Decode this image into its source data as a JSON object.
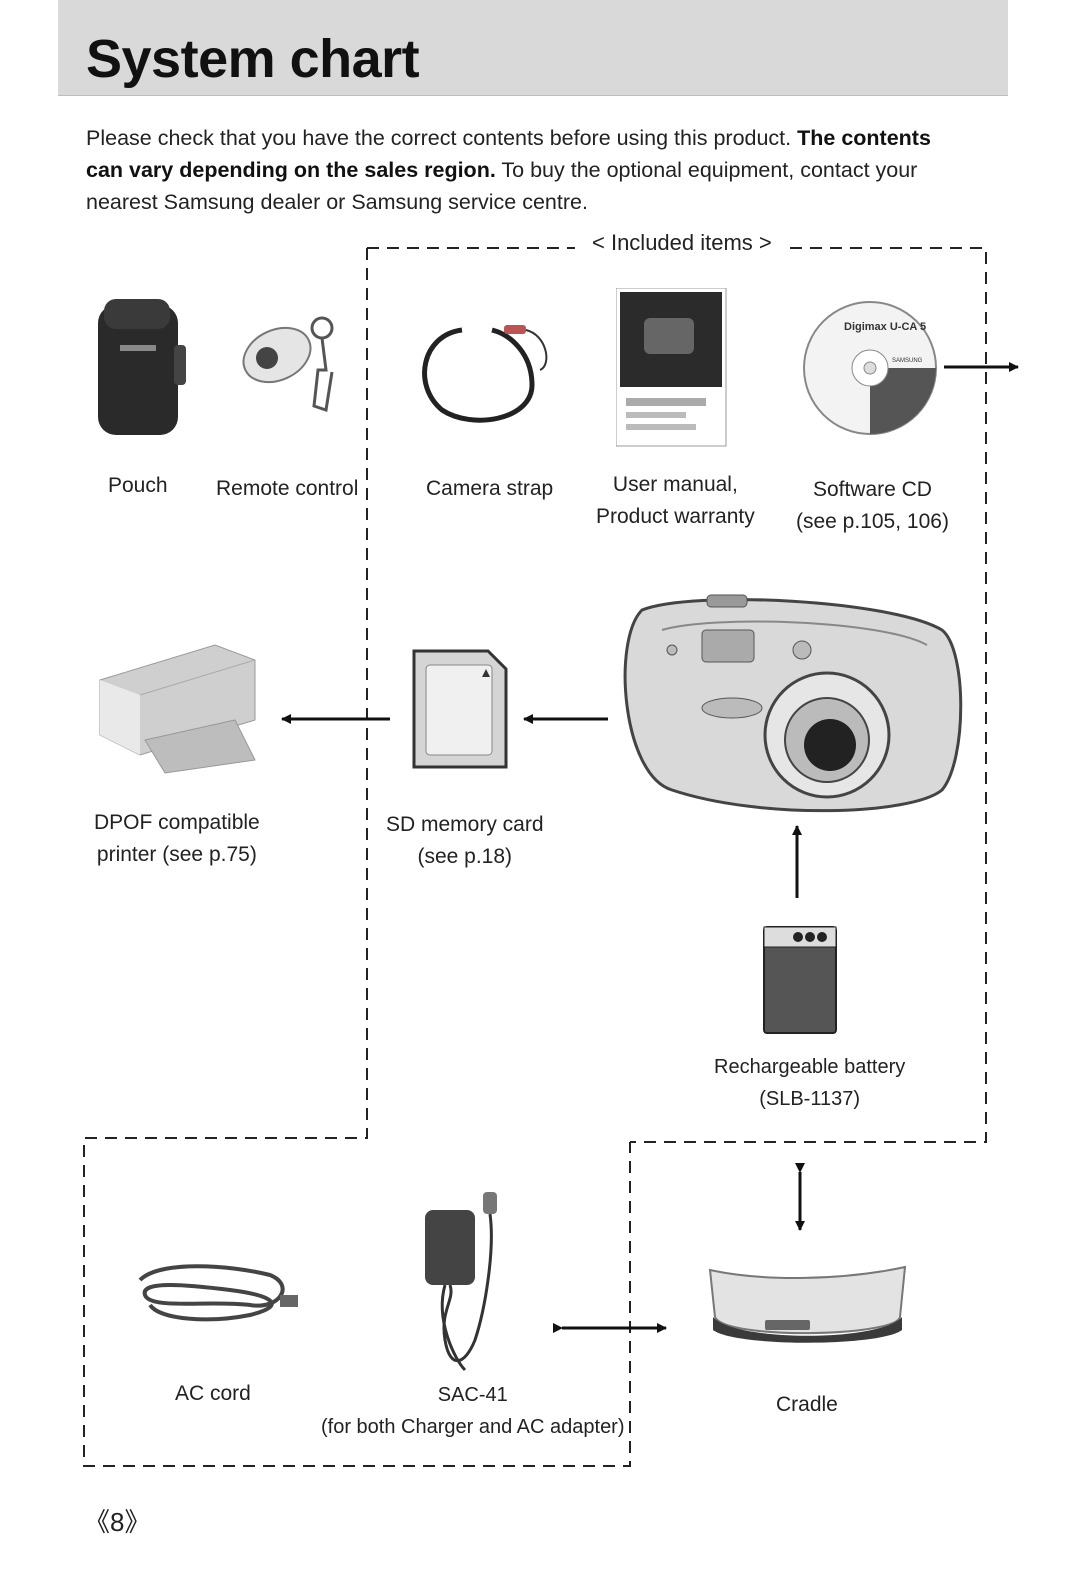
{
  "header": {
    "title": "System chart"
  },
  "intro": {
    "part1": "Please check that you have the correct contents before using this product.",
    "bold": "The contents can vary depending on the sales region.",
    "part2": "To buy the optional equipment, contact your nearest Samsung dealer or Samsung service centre."
  },
  "included_heading": "< Included items >",
  "items": {
    "pouch": "Pouch",
    "remote": "Remote control",
    "strap": "Camera strap",
    "manual_1": "User manual,",
    "manual_2": "Product warranty",
    "cd_1": "Software CD",
    "cd_2": "(see p.105, 106)",
    "cd_disc_text": "Digimax U-CA 5",
    "cd_brand": "SAMSUNG",
    "printer_1": "DPOF compatible",
    "printer_2": "printer (see p.75)",
    "sd_1": "SD memory card",
    "sd_2": "(see p.18)",
    "battery_1": "Rechargeable battery",
    "battery_2": "(SLB-1137)",
    "ac_cord": "AC cord",
    "adapter_1": "SAC-41",
    "adapter_2": "(for both Charger and AC adapter)",
    "cradle": "Cradle"
  },
  "page_number": "《8》"
}
